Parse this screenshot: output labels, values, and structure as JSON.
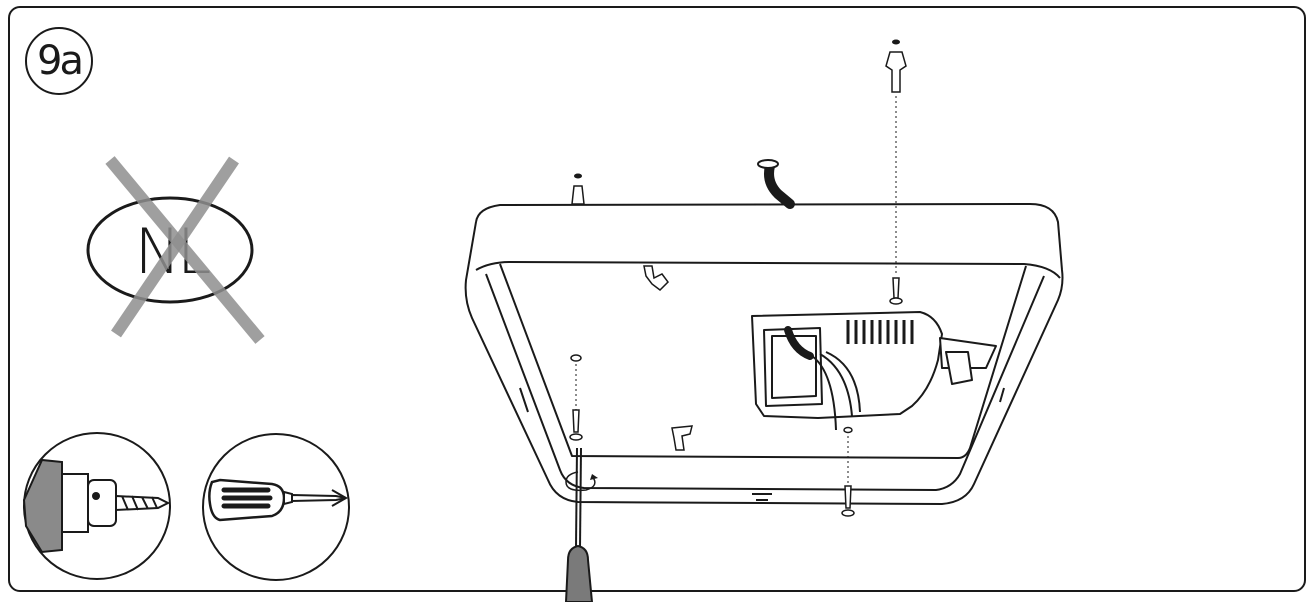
{
  "step": {
    "label": "9a"
  },
  "country_marker": {
    "code": "NL",
    "crossed_out": true
  },
  "tools": [
    {
      "name": "drill"
    },
    {
      "name": "screwdriver"
    }
  ],
  "colors": {
    "line": "#1a1a1a",
    "cross": "#8f8f8f",
    "tool_fill": "#7a7a7a"
  }
}
